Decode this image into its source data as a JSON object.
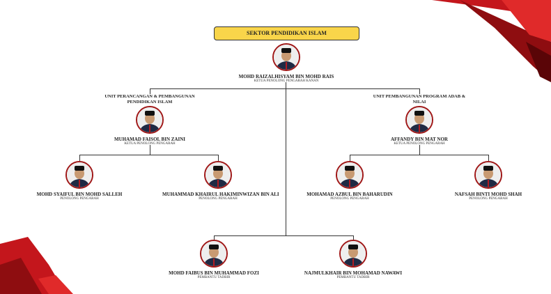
{
  "title": "SEKTOR PENDIDIKAN ISLAM",
  "head": {
    "name": "MOHD RAIZALHISYAM BIN MOHD RAIS",
    "role": "KETUA PENOLONG PENGARAH KANAN"
  },
  "units": [
    {
      "label": "UNIT PERANCANGAN & PEMBANGUNAN PENDIDIKAN ISLAM",
      "lead": {
        "name": "MUHAMAD FAISOL BIN ZAINI",
        "role": "KETUA PENOLONG PENGARAH"
      },
      "staff": [
        {
          "name": "MOHD SYAIFUL BIN MOHD SALLEH",
          "role": "PENOLONG PENGARAH"
        },
        {
          "name": "MUHAMMAD KHAIRUL HAKIMINWIZAN BIN ALI",
          "role": "PENOLONG PENGARAH"
        }
      ]
    },
    {
      "label": "UNIT PEMBANGUNAN PROGRAM ADAB & NILAI",
      "lead": {
        "name": "AFFANDY BIN MAT NOR",
        "role": "KETUA PENOLONG PENGARAH"
      },
      "staff": [
        {
          "name": "MOHAMAD AZBUL BIN BAHARUDIN",
          "role": "PENOLONG PENGARAH"
        },
        {
          "name": "NAFSAH BINTI MOHD SHAH",
          "role": "PENOLONG PENGARAH"
        }
      ]
    }
  ],
  "admin": [
    {
      "name": "MOHD FAIBUS BIN MUHAMMAD FOZI",
      "role": "PEMBANTU TADBIR"
    },
    {
      "name": "NAJMULKHAIR BIN MOHAMAD NAWAWI",
      "role": "PEMBANTU TADBIR"
    }
  ],
  "colors": {
    "title_bg": "#f9d54a",
    "accent": "#a01818"
  }
}
